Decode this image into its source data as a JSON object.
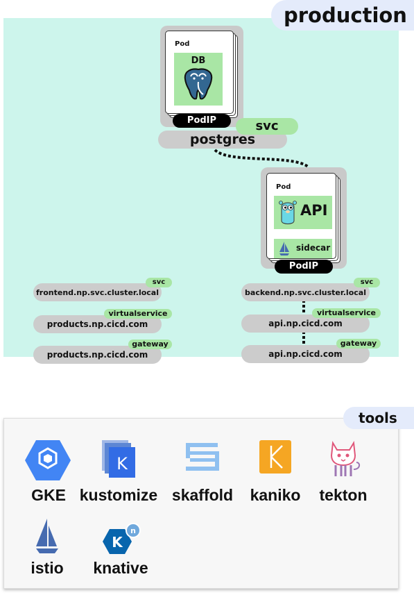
{
  "production": {
    "title": "production",
    "db_pod": {
      "pod_label": "Pod",
      "container_label": "DB",
      "icon": "postgres-elephant-icon",
      "podip": "PodIP"
    },
    "postgres_service": {
      "badge": "svc",
      "name": "postgres"
    },
    "api_pod": {
      "pod_label": "Pod",
      "container_label": "API",
      "icon": "go-gopher-icon",
      "sidecar_label": "sidecar",
      "sidecar_icon": "istio-sail-icon",
      "podip": "PodIP"
    },
    "frontend": {
      "svc": {
        "badge": "svc",
        "host": "frontend.np.svc.cluster.local"
      },
      "virtualservice": {
        "badge": "virtualservice",
        "host": "products.np.cicd.com"
      },
      "gateway": {
        "badge": "gateway",
        "host": "products.np.cicd.com"
      }
    },
    "backend": {
      "svc": {
        "badge": "svc",
        "host": "backend.np.svc.cluster.local"
      },
      "virtualservice": {
        "badge": "virtualservice",
        "host": "api.np.cicd.com"
      },
      "gateway": {
        "badge": "gateway",
        "host": "api.np.cicd.com"
      }
    }
  },
  "tools": {
    "title": "tools",
    "items": [
      {
        "label": "GKE",
        "icon": "gke-hexagon-icon"
      },
      {
        "label": "kustomize",
        "icon": "kustomize-icon"
      },
      {
        "label": "skaffold",
        "icon": "skaffold-icon"
      },
      {
        "label": "kaniko",
        "icon": "kaniko-icon"
      },
      {
        "label": "tekton",
        "icon": "tekton-cat-icon"
      },
      {
        "label": "istio",
        "icon": "istio-sail-icon"
      },
      {
        "label": "knative",
        "icon": "knative-icon"
      }
    ]
  },
  "colors": {
    "production_bg": "#cdf5ec",
    "title_bg": "#e4ebfb",
    "green": "#a9e6a5",
    "pill_gray": "#cccccc",
    "gke_blue": "#4285f4",
    "kustomize_blue": "#326ce5",
    "skaffold_blue": "#8fc0f0",
    "kaniko_orange": "#f5a623",
    "istio_navy": "#466bb0",
    "knative_blue": "#0865ad"
  }
}
